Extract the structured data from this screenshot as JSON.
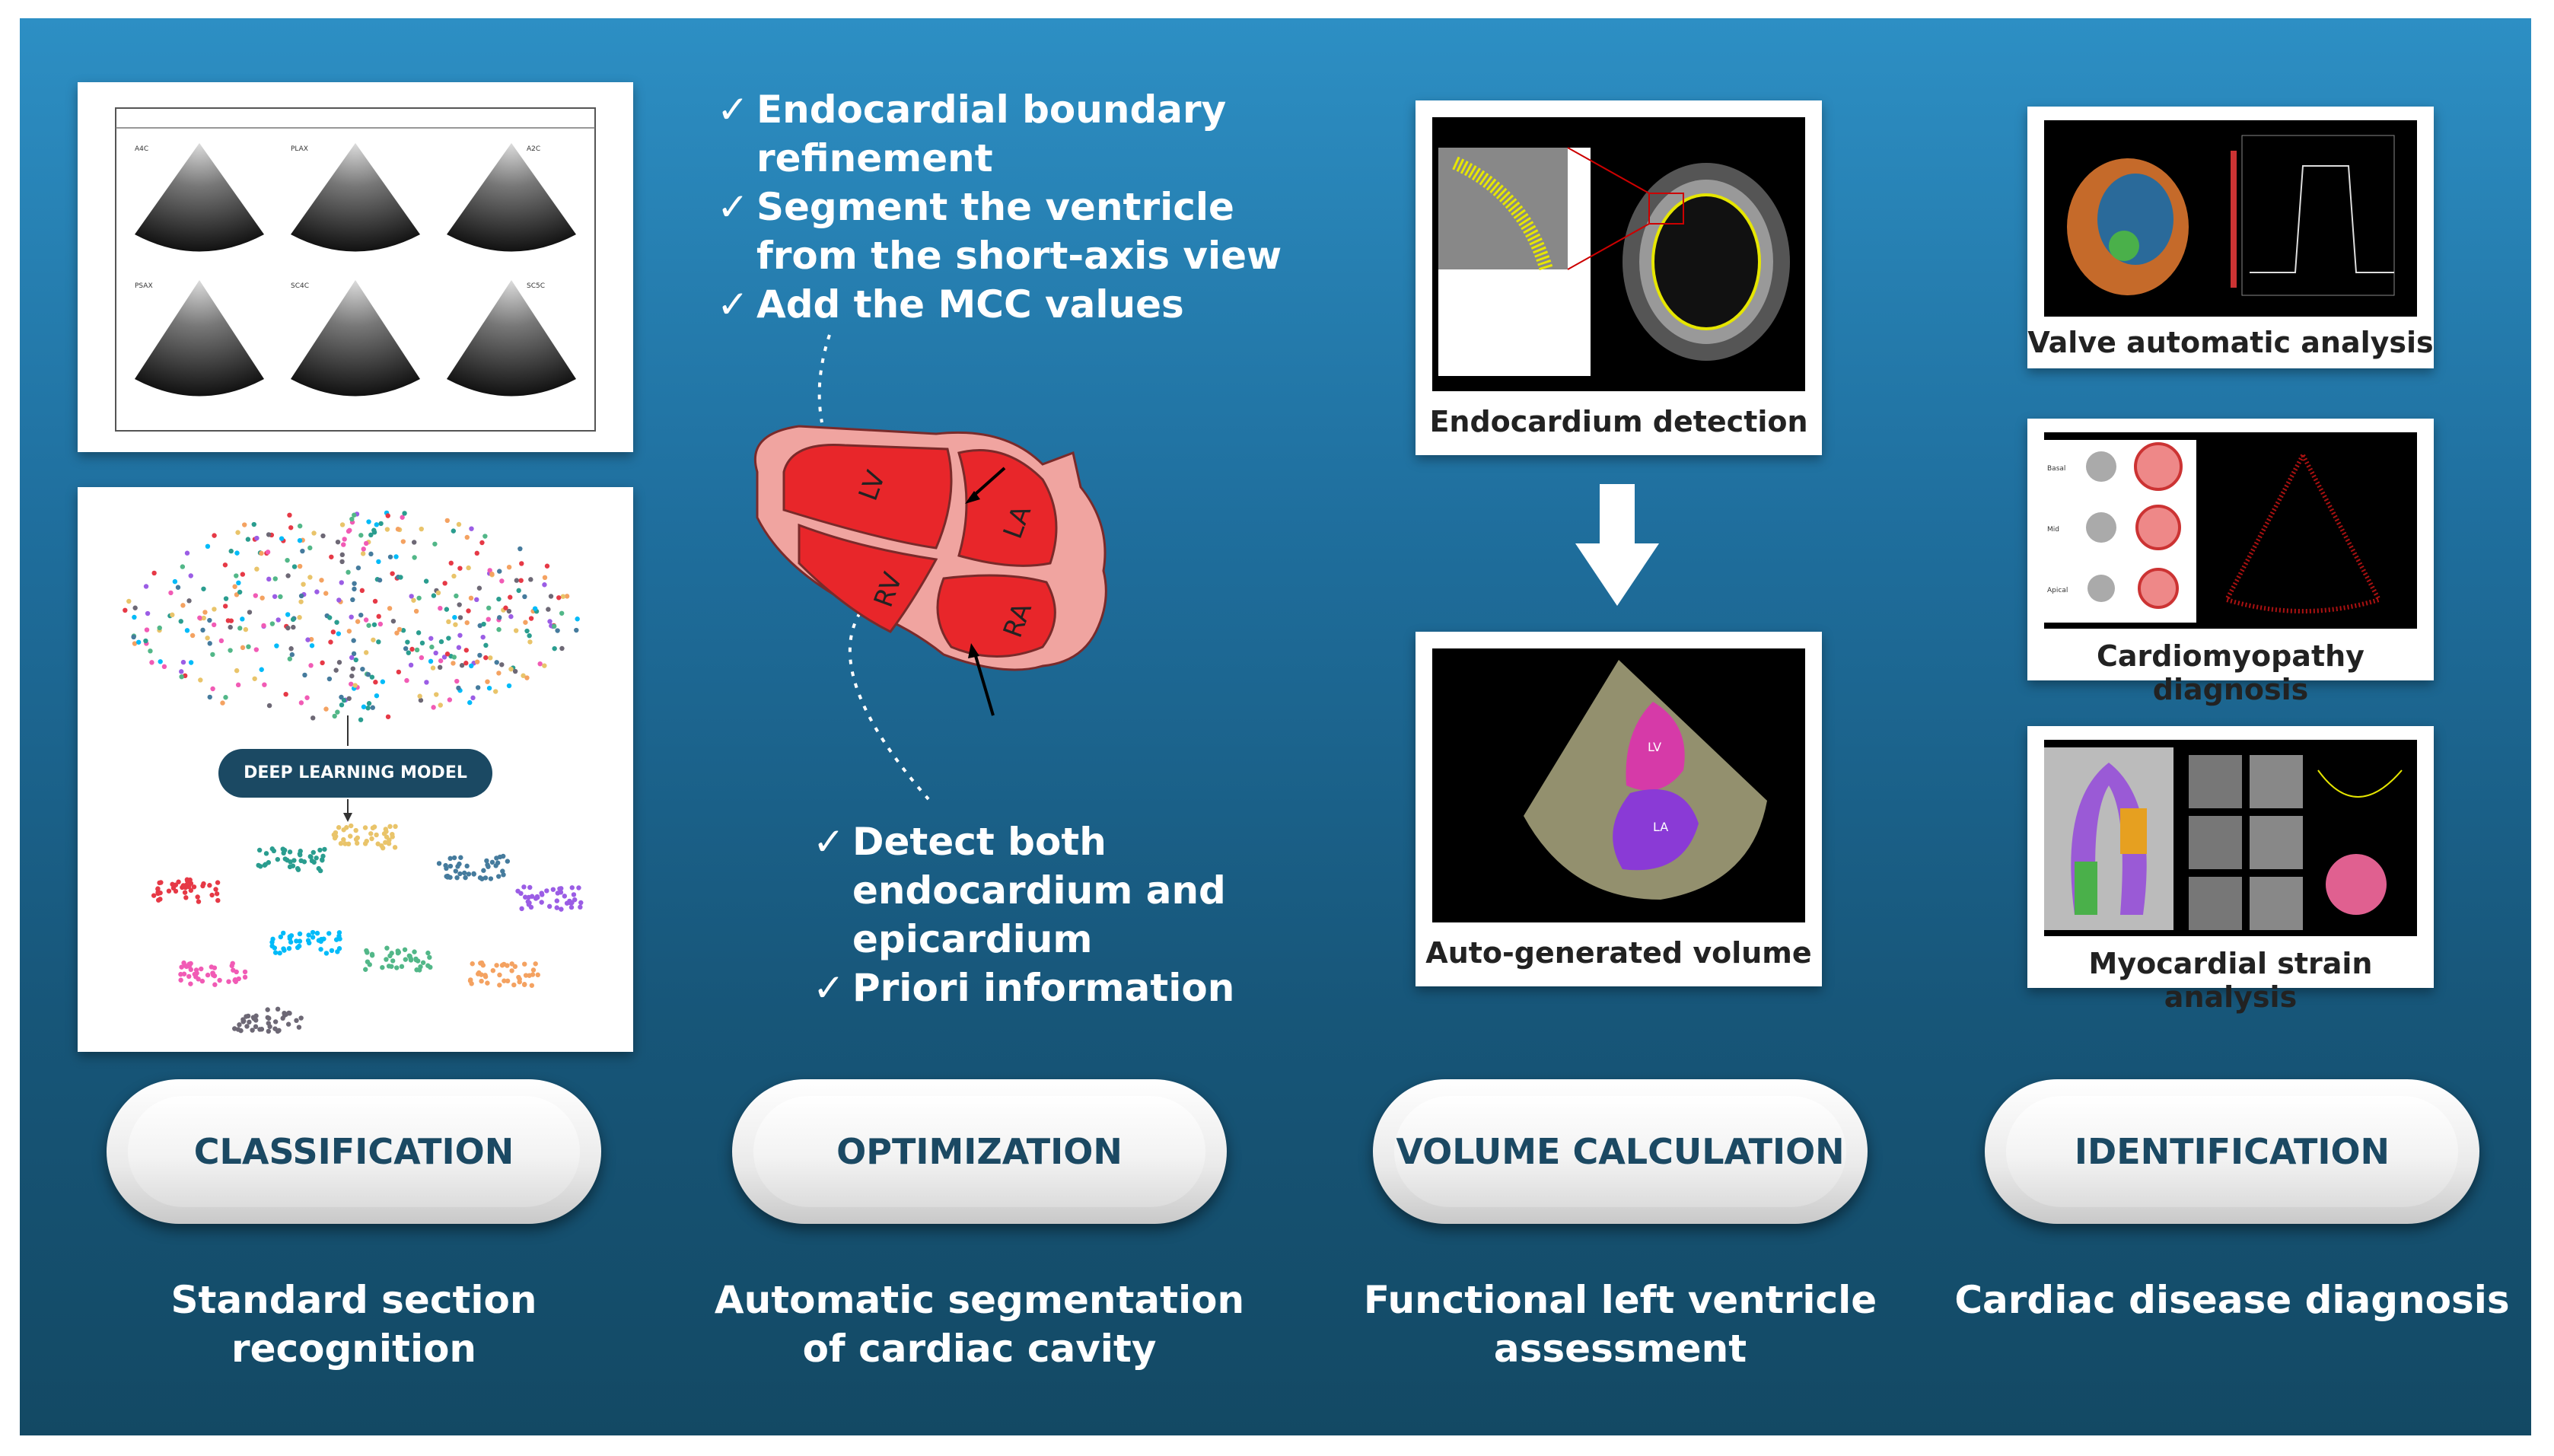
{
  "columns": [
    {
      "pill": "CLASSIFICATION",
      "subtitle": "Standard section recognition",
      "figures": {
        "echo_grid_labels": [
          "A4C",
          "PLAX",
          "A2C",
          "PSAX",
          "SC4C",
          "SC5C"
        ],
        "deep_learning_label": "DEEP LEARNING MODEL"
      }
    },
    {
      "pill": "OPTIMIZATION",
      "subtitle": "Automatic segmentation of cardiac cavity",
      "checklist_top": [
        "Endocardial boundary refinement",
        "Segment the ventricle from the short-axis view",
        "Add the MCC values"
      ],
      "checklist_bottom": [
        "Detect both endocardium and epicardium",
        "Priori information"
      ],
      "heart_labels": [
        "LV",
        "LA",
        "RV",
        "RA"
      ],
      "check_mark": "✓"
    },
    {
      "pill": "VOLUME CALCULATION",
      "subtitle": "Functional left ventricle assessment",
      "figures": [
        {
          "caption": "Endocardium detection"
        },
        {
          "caption": "Auto-generated volume",
          "labels": [
            "LV",
            "LA"
          ]
        }
      ]
    },
    {
      "pill": "IDENTIFICATION",
      "subtitle": "Cardiac disease diagnosis",
      "figures": [
        {
          "caption": "Valve automatic analysis"
        },
        {
          "caption": "Cardiomyopathy diagnosis",
          "labels": [
            "Basal",
            "Mid",
            "Apical"
          ]
        },
        {
          "caption": "Myocardial strain analysis"
        }
      ]
    }
  ],
  "colors": {
    "background_top": "#2d8fc4",
    "background_bottom": "#134964",
    "pill_text": "#1b4963",
    "heart_red": "#e8262a",
    "heart_pink": "#f0a4a0"
  }
}
